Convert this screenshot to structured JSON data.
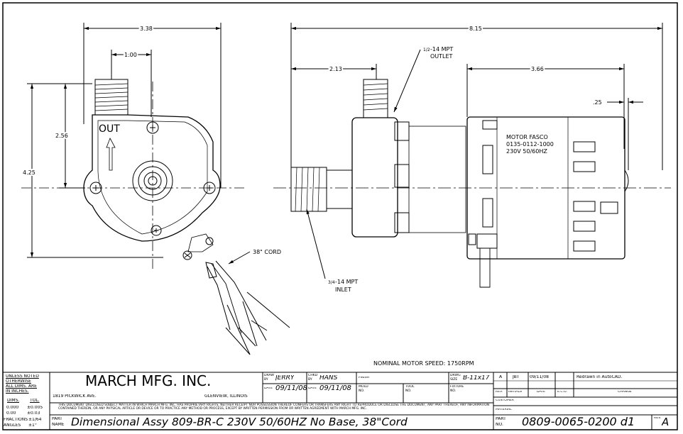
{
  "front_view": {
    "dim_width": "3.38",
    "dim_offset": "1.00",
    "dim_height_total": "4.25",
    "dim_height_outlet": "2.56",
    "out_label": "OUT",
    "cord_label": "38\" CORD"
  },
  "side_view": {
    "dim_overall": "8.15",
    "dim_outlet_pos": "2.13",
    "dim_motor": "3.66",
    "dim_end": ".25",
    "outlet_callout_frac": "1/2",
    "outlet_callout": "-14 MPT",
    "outlet_callout_2": "OUTLET",
    "inlet_callout_frac": "3/4",
    "inlet_callout": "-14 MPT",
    "inlet_callout_2": "INLET",
    "motor_label_1": "MOTOR FASCO",
    "motor_label_2": "0135-0112-1000",
    "motor_label_3": "230V 50/60HZ",
    "motor_speed": "NOMINAL MOTOR SPEED: 1750RPM"
  },
  "title_block": {
    "tolerance_header": [
      "UNLESS NOTED",
      "OTHERWISE",
      "ALL DIMS. ARE",
      "IN INCHES."
    ],
    "dims_col": "DIMS.",
    "tol_col": "TOL.",
    "tol_rows": [
      [
        "0.000",
        "±0.005"
      ],
      [
        "0.00",
        "±0.03"
      ],
      [
        "FRACTIONS",
        "±1/64"
      ],
      [
        "ANGLES",
        "±1°"
      ]
    ],
    "company": "MARCH MFG. INC.",
    "address_left": "1819 PICKWICK AVE.",
    "address_right": "GLENVIEW, ILLINOIS",
    "drawn_by_label": "DRAWN BY",
    "drawn_by": "JERRY",
    "chkd_by_label": "CHKD BY",
    "chkd_by": "HANS",
    "finish_label": "FINISH",
    "drwg_size_label": "DRWG SIZE",
    "drwg_size": "B-11x17",
    "date_label": "DATE",
    "date_drawn": "09/11/08",
    "date_chkd": "09/11/08",
    "mold_label": "MOLD NO.",
    "tool_label": "TOOL NO.",
    "fixture_label": "FIXTURE NO.",
    "notice": "THIS DOCUMENT DISCLOSED SUBJECT MATTER IN WHICH MARCH MFG. INC. HAS PROPRIETARY RIGHTS, NEITHER RECEIPT NOR POSSESSION THEREOF CONFERS OR TRANSFERS ANY RIGHT TO REPRODUCE OR DISCLOSE THE DOCUMENT, ANY PART THEREOF, ANY INFORMATION CONTAINED THEREIN, OR ANY PHYSICAL ARTICLE OR DEVICE OR TO PRACTICE ANY METHOD OR PROCESS, EXCEPT BY WRITTEN PERMISSION FROM OR WRITTEN AGREEMENT WITH MARCH MFG. INC.",
    "part_name_label_1": "PART",
    "part_name_label_2": "NAME",
    "part_name": "Dimensional Assy 809-BR-C 230V 50/60HZ No Base, 38\"Cord",
    "revision_row": [
      "A",
      "JBT",
      "09/11/08",
      "",
      "Redrawn in AutoCAD."
    ],
    "rev_headers": [
      "REV.",
      "INITIALS",
      "DATE",
      "E.C.O.",
      "CHANGE"
    ],
    "customer_label": "CUSTOMER",
    "material_label": "MATERIAL",
    "part_no_label_1": "PART",
    "part_no_label_2": "NO.",
    "part_no": "0809-0065-0200 d1",
    "rev_label": "REV.",
    "rev_value": "A"
  }
}
